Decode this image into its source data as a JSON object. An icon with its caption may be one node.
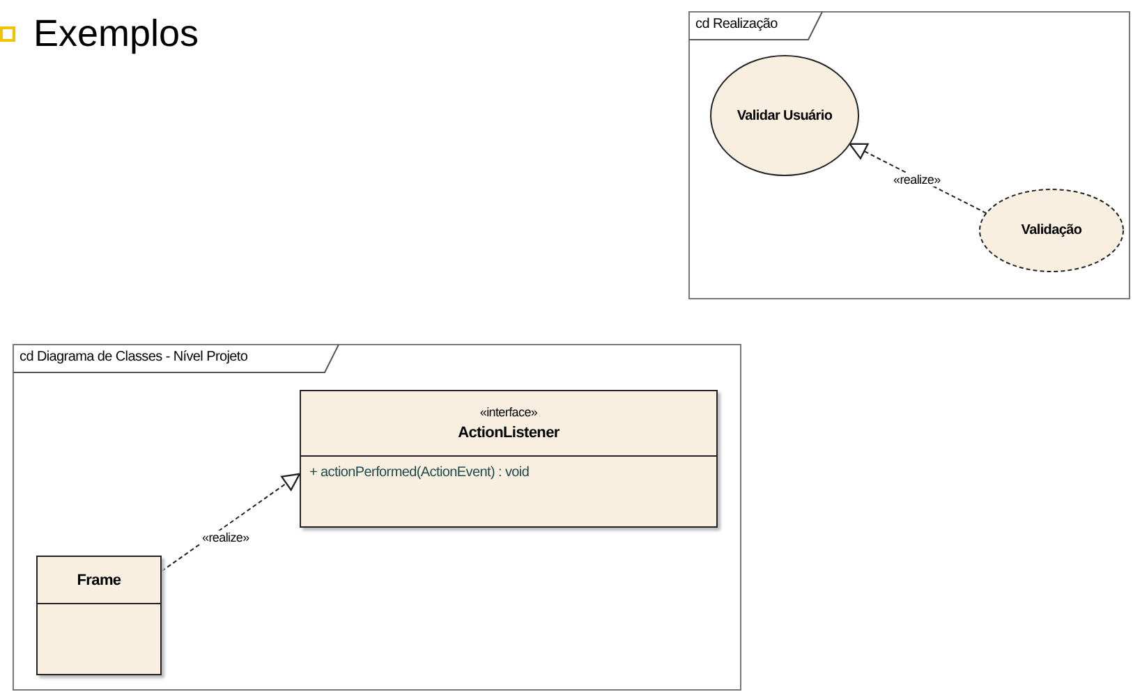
{
  "diagram": {
    "title": "Exemplos",
    "nodes": [
      {
        "text": [
          "cd Realização"
        ]
      },
      {
        "text": [
          "Validar Usuário"
        ],
        "in": 0
      },
      {
        "text": [
          "Validação"
        ],
        "in": 0
      },
      {
        "text": [
          "cd Diagrama de Classes - Nível Projeto"
        ]
      },
      {
        "text": [
          "«interface»",
          "ActionListener",
          "+ actionPerformed(ActionEvent) : void"
        ],
        "in": 3
      },
      {
        "text": [
          "Frame"
        ],
        "in": 3
      }
    ],
    "edges": [
      {
        "from": 2,
        "to": 1,
        "arrow": "to",
        "label": "«realize»",
        "style": "dashed"
      },
      {
        "from": 5,
        "to": 4,
        "arrow": "to",
        "label": "«realize»",
        "style": "dashed"
      }
    ]
  }
}
